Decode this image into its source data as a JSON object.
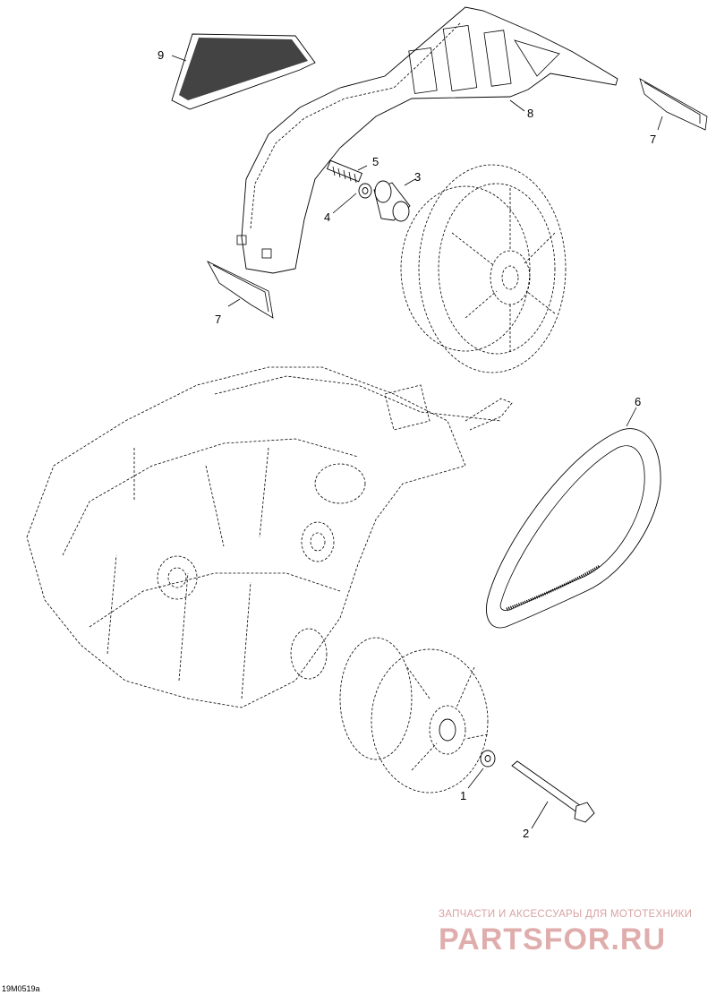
{
  "figure_code": "19M0519a",
  "callouts": [
    "1",
    "2",
    "3",
    "4",
    "5",
    "6",
    "7",
    "7",
    "8",
    "9"
  ],
  "watermark": {
    "tagline": "ЗАПЧАСТИ И АКСЕССУАРЫ ДЛЯ МОТОТЕХНИКИ",
    "logo": "PARTSFOR.RU"
  }
}
